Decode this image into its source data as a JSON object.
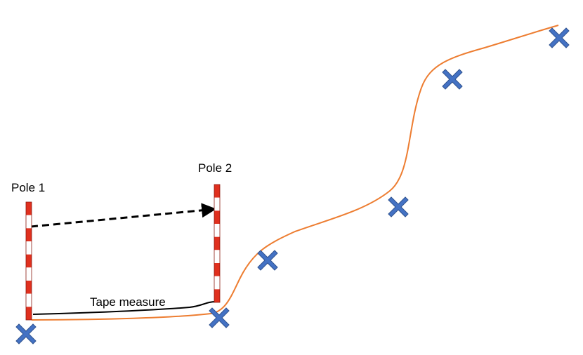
{
  "labels": {
    "pole1": "Pole 1",
    "pole2": "Pole 2",
    "tape": "Tape measure"
  },
  "colors": {
    "profile_line": "#ED7D31",
    "marker": "#4472C4",
    "marker_outline": "#2F528F",
    "pole_red": "#E0301E",
    "pole_white": "#FFFFFF",
    "tape": "#000000",
    "sight_line": "#000000"
  },
  "poles": [
    {
      "name": "pole-1",
      "segments": 9
    },
    {
      "name": "pole-2",
      "segments": 9
    }
  ],
  "markers": [
    {
      "name": "survey-point-1"
    },
    {
      "name": "survey-point-2"
    },
    {
      "name": "survey-point-3"
    },
    {
      "name": "survey-point-4"
    },
    {
      "name": "survey-point-5"
    },
    {
      "name": "survey-point-6"
    }
  ]
}
